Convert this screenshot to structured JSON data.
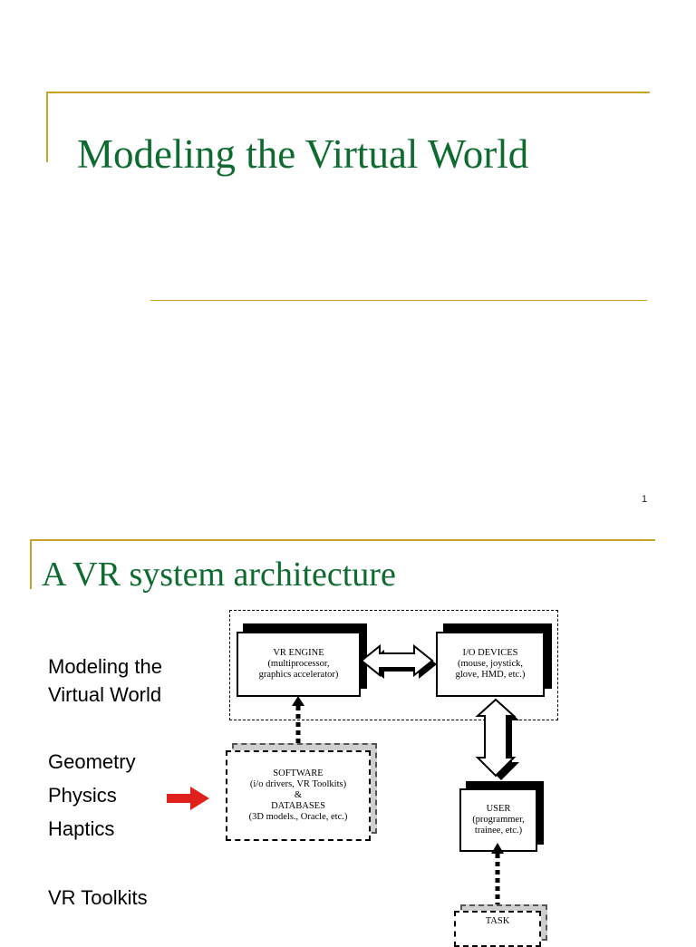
{
  "slide1": {
    "title": "Modeling the Virtual World",
    "page_number": "1"
  },
  "slide2": {
    "title": "A VR system architecture",
    "sidebar": {
      "topic_line1": "Modeling the",
      "topic_line2": "Virtual World",
      "items": [
        "Geometry",
        "Physics",
        "Haptics"
      ],
      "toolkits": "VR Toolkits"
    },
    "diagram": {
      "vr_engine": {
        "line1": "VR ENGINE",
        "line2": "(multiprocessor,",
        "line3": "graphics accelerator)"
      },
      "io_devices": {
        "line1": "I/O DEVICES",
        "line2": "(mouse, joystick,",
        "line3": "glove, HMD, etc.)"
      },
      "software": {
        "line1": "SOFTWARE",
        "line2": "(i/o drivers, VR Toolkits)",
        "line3": "&",
        "line4": "DATABASES",
        "line5": "(3D models., Oracle, etc.)"
      },
      "user": {
        "line1": "USER",
        "line2": "(programmer,",
        "line3": "trainee, etc.)"
      },
      "task": {
        "line1": "TASK"
      }
    },
    "colors": {
      "title": "#0e6b2f",
      "accent_line": "#c9a227",
      "pointer_arrow": "#e0201b"
    }
  }
}
